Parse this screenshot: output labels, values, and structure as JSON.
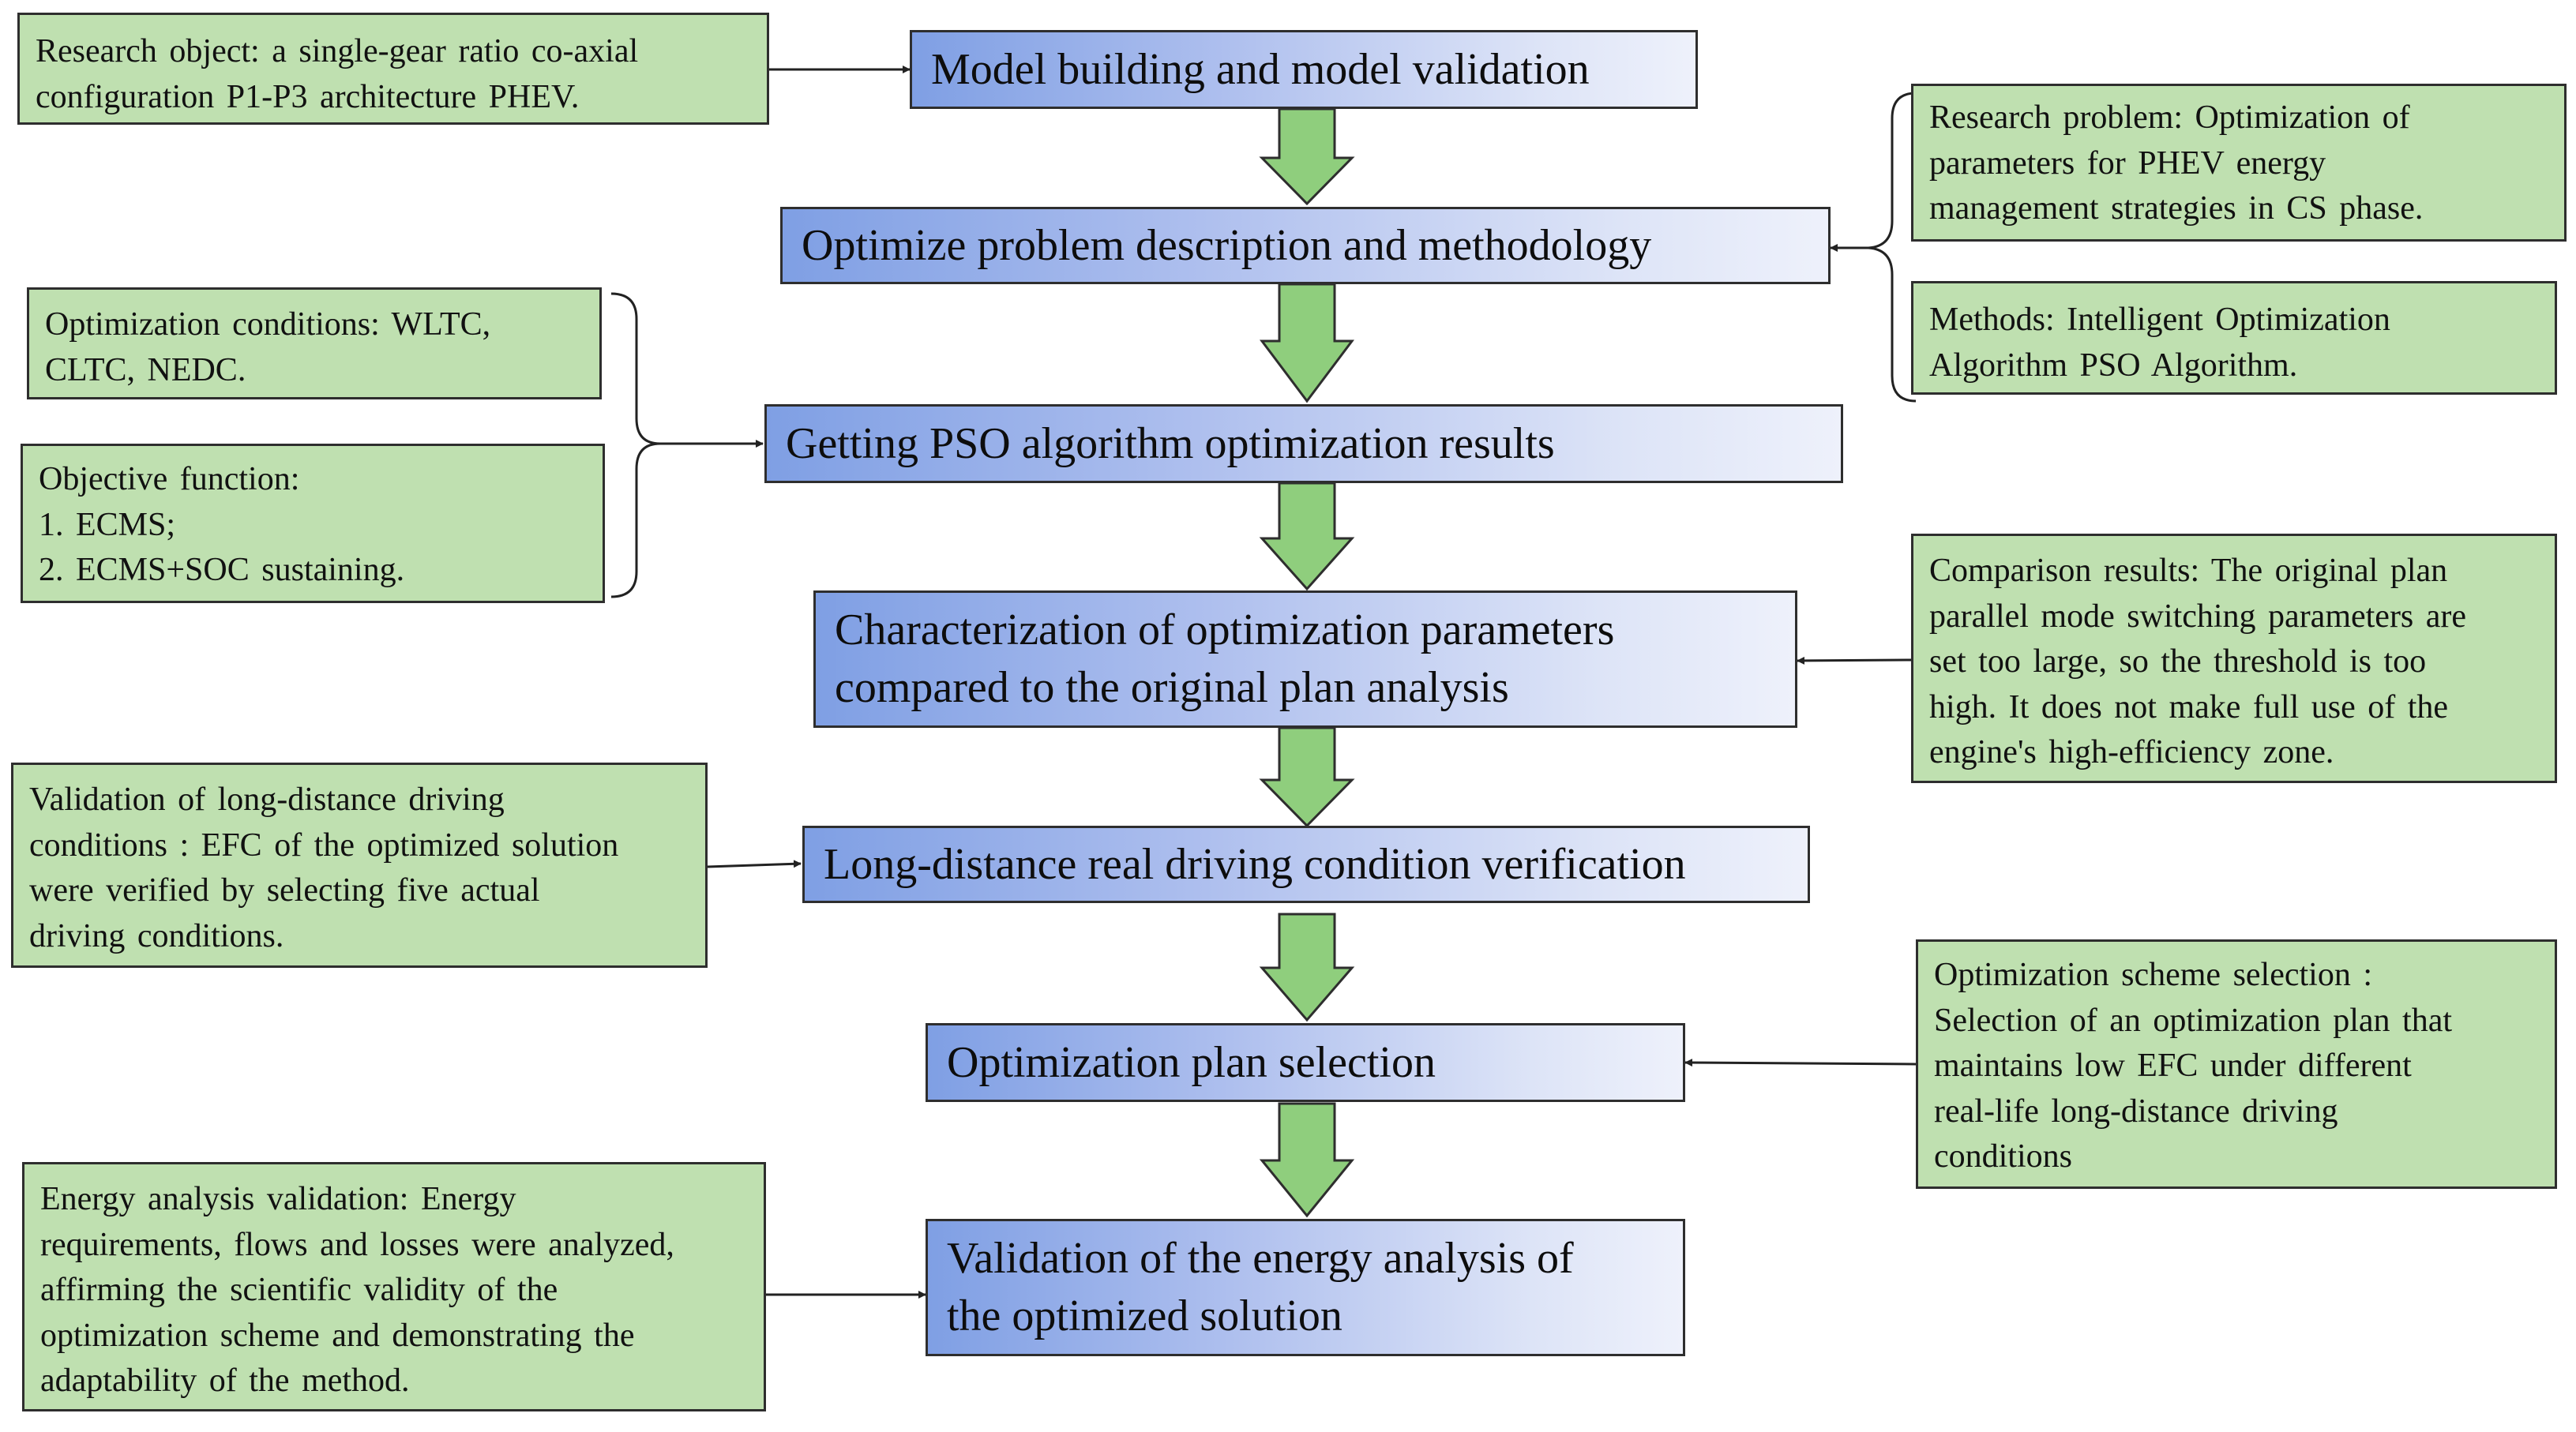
{
  "steps": [
    {
      "label": "Model building and model validation"
    },
    {
      "label": "Optimize problem description and methodology"
    },
    {
      "label": "Getting PSO algorithm optimization results"
    },
    {
      "lines": [
        "Characterization of optimization parameters",
        "compared to the original plan analysis"
      ]
    },
    {
      "label": "Long-distance real driving condition verification"
    },
    {
      "label": "Optimization plan selection"
    },
    {
      "lines": [
        "Validation of the energy analysis of",
        "the optimized solution"
      ]
    }
  ],
  "notes": {
    "research_object": [
      "Research object: a single-gear ratio co-axial",
      "configuration P1-P3 architecture PHEV."
    ],
    "research_problem": [
      "Research problem: Optimization of",
      "parameters for PHEV energy",
      "management strategies in CS phase."
    ],
    "methods": [
      "Methods: Intelligent Optimization",
      "Algorithm PSO Algorithm."
    ],
    "optimization_conditions": [
      "Optimization conditions: WLTC,",
      "CLTC, NEDC."
    ],
    "objective_function": [
      "Objective function:",
      "1. ECMS;",
      "2. ECMS+SOC sustaining."
    ],
    "comparison_results": [
      "Comparison results: The original plan",
      "parallel mode switching parameters are",
      "set too large, so the threshold is too",
      "high. It does not make full use of the",
      "engine's high-efficiency zone."
    ],
    "validation_long_distance": [
      "Validation of long-distance driving",
      "conditions : EFC of the optimized solution",
      "were verified by selecting five actual",
      "driving conditions."
    ],
    "scheme_selection": [
      "Optimization scheme selection :",
      "Selection of an optimization plan that",
      "maintains low EFC under different",
      "real-life long-distance driving",
      "conditions"
    ],
    "energy_analysis": [
      "Energy analysis validation: Energy",
      "requirements, flows and losses were analyzed,",
      "affirming the scientific validity of the",
      "optimization scheme and demonstrating the",
      "adaptability of the method."
    ]
  },
  "colors": {
    "main_box_gradient": [
      "#7f9fe4",
      "#eef1fb"
    ],
    "note_fill": "#bfe0b0",
    "arrow_fill": "#8fce7d",
    "border": "#2e2e2e"
  }
}
